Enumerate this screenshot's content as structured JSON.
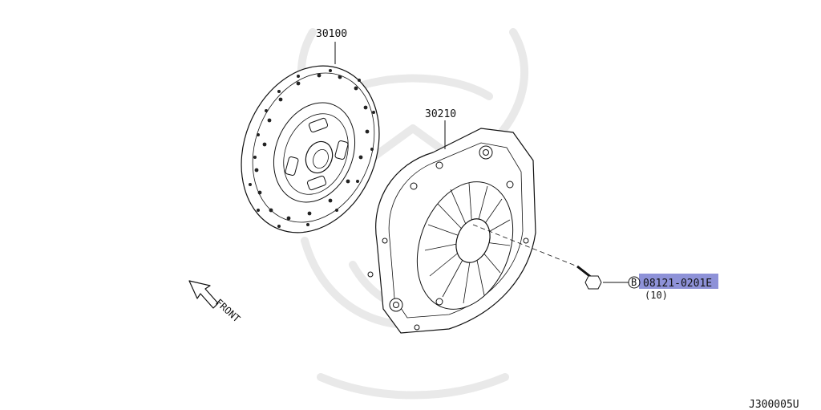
{
  "diagram": {
    "parts": {
      "clutch_disc": {
        "number": "30100"
      },
      "clutch_cover": {
        "number": "30210"
      },
      "bolt": {
        "callout": "B",
        "number": "08121-0201E",
        "quantity": "(10)"
      }
    },
    "direction_label": "FRONT",
    "figure_code": "J300005U",
    "colors": {
      "highlight": "#8e92d8",
      "line": "#111111",
      "watermark": "#e9e9e9"
    }
  }
}
